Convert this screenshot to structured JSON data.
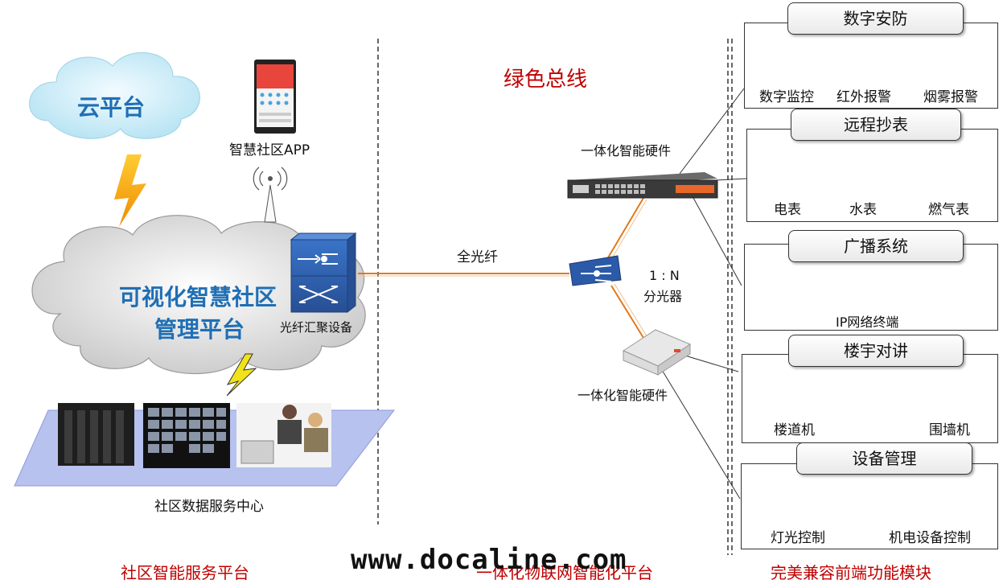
{
  "left": {
    "cloud_platform": "云平台",
    "app_label": "智慧社区APP",
    "mgmt_line1": "可视化智慧社区",
    "mgmt_line2": "管理平台",
    "aggregation_device": "光纤汇聚设备",
    "data_center": "社区数据服务中心",
    "footer": "社区智能服务平台"
  },
  "middle": {
    "green_bus": "绿色总线",
    "full_fiber": "全光纤",
    "hardware_top": "一体化智能硬件",
    "splitter_ratio": "1 : N",
    "splitter": "分光器",
    "hardware_bottom": "一体化智能硬件",
    "footer": "一体化物联网智能化平台"
  },
  "right": {
    "footer": "完美兼容前端功能模块",
    "modules": [
      {
        "title": "数字安防",
        "items": [
          "数字监控",
          "红外报警",
          "烟雾报警"
        ]
      },
      {
        "title": "远程抄表",
        "items": [
          "电表",
          "水表",
          "燃气表"
        ]
      },
      {
        "title": "广播系统",
        "items": [
          "IP网络终端"
        ]
      },
      {
        "title": "楼宇对讲",
        "items": [
          "楼道机",
          "围墙机"
        ]
      },
      {
        "title": "设备管理",
        "items": [
          "灯光控制",
          "机电设备控制"
        ]
      }
    ]
  },
  "watermark": "www.docaline.com",
  "colors": {
    "accent_red": "#c00000",
    "cloud_blue": "#1f6fb5",
    "fiber_orange": "#e07a1f"
  }
}
